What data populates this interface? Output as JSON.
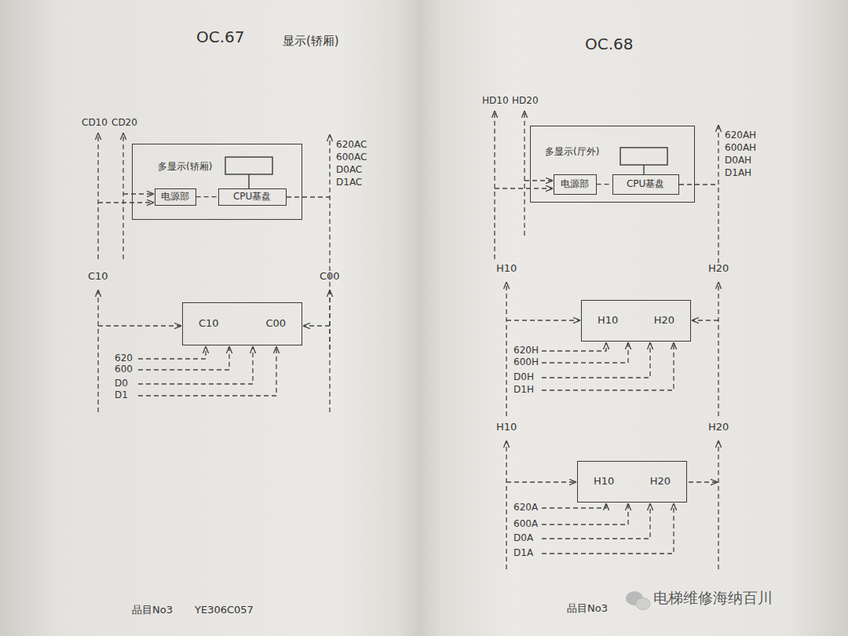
{
  "diagram": {
    "nodes": [
      {
        "text": [
          "多显示(轿厢)"
        ]
      },
      {
        "text": [
          "电源部"
        ],
        "in": 0
      },
      {
        "text": [
          "CPU基盘"
        ],
        "in": 0
      },
      {
        "text": [
          "C10",
          "C00"
        ]
      },
      {
        "text": [
          "多显示(厅外)"
        ]
      },
      {
        "text": [
          "电源部"
        ],
        "in": 4
      },
      {
        "text": [
          "CPU基盘"
        ],
        "in": 4
      },
      {
        "text": [
          "H10",
          "H20"
        ]
      },
      {
        "text": [
          "H10",
          "H20"
        ]
      }
    ],
    "edges": [
      {
        "from": 1,
        "to": 2,
        "arrow": "none"
      },
      {
        "from": 5,
        "to": 6,
        "arrow": "none"
      }
    ],
    "labels": [
      "OC.67",
      "显示(轿厢)",
      "CD10",
      "CD20",
      "620AC",
      "600AC",
      "D0AC",
      "D1AC",
      "C10",
      "C00",
      "620",
      "600",
      "D0",
      "D1",
      "品目No3",
      "YE306C057",
      "OC.68",
      "HD10",
      "HD20",
      "620AH",
      "600AH",
      "D0AH",
      "D1AH",
      "H10",
      "H20",
      "620H",
      "600H",
      "D0H",
      "D1H",
      "H10",
      "H20",
      "620A",
      "600A",
      "D0A",
      "D1A",
      "品目No3",
      "电梯维修海纳百川"
    ]
  }
}
